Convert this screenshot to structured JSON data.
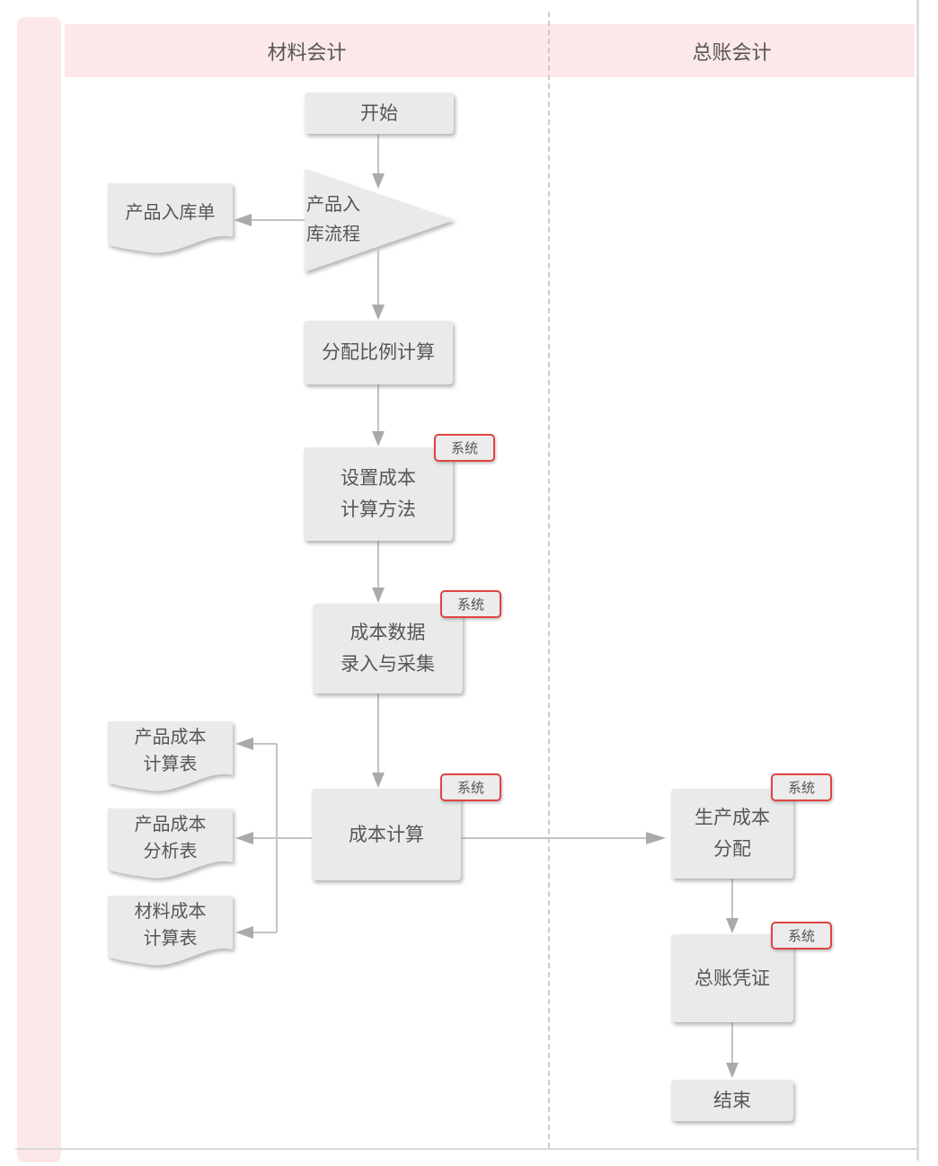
{
  "lanes": {
    "left_title": "材料会计",
    "right_title": "总账会计"
  },
  "nodes": {
    "start": {
      "label": "开始"
    },
    "warehouse_process": {
      "label": "产品入\n库流程"
    },
    "warehouse_receipt": {
      "label": "产品入库单"
    },
    "allocation_ratio": {
      "label": "分配比例计算"
    },
    "set_cost_method": {
      "label": "设置成本\n计算方法",
      "badge": "系统"
    },
    "cost_data_entry": {
      "label": "成本数据\n录入与采集",
      "badge": "系统"
    },
    "cost_calculation": {
      "label": "成本计算",
      "badge": "系统"
    },
    "product_cost_sheet": {
      "label": "产品成本\n计算表"
    },
    "product_cost_analysis": {
      "label": "产品成本\n分析表"
    },
    "material_cost_sheet": {
      "label": "材料成本\n计算表"
    },
    "production_cost_allocation": {
      "label": "生产成本\n分配",
      "badge": "系统"
    },
    "gl_voucher": {
      "label": "总账凭证",
      "badge": "系统"
    },
    "end": {
      "label": "结束"
    }
  },
  "colors": {
    "lane_bg": "#fce8e8",
    "node_fill": "#e9eaea",
    "node_text": "#565656",
    "badge_border": "#e04343",
    "badge_fill": "#ececec",
    "connector": "#c3c3c3",
    "arrowhead": "#aaaaaa",
    "divider_dash": "#cbcbcb",
    "frame_line": "#dedede"
  }
}
